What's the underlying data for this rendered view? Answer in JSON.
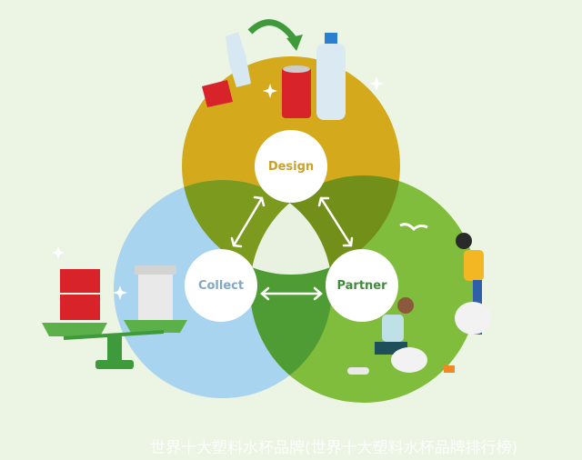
{
  "diagram": {
    "nodes": [
      {
        "id": "design",
        "label": "Design",
        "color": "#d4aa1c",
        "text_color": "#c9a22a"
      },
      {
        "id": "collect",
        "label": "Collect",
        "color": "#a8d4ef",
        "text_color": "#7fa9c4"
      },
      {
        "id": "partner",
        "label": "Partner",
        "color": "#80bd3c",
        "text_color": "#3e8c3a"
      }
    ],
    "edges": [
      {
        "from": "design",
        "to": "collect",
        "type": "bidirectional"
      },
      {
        "from": "design",
        "to": "partner",
        "type": "bidirectional"
      },
      {
        "from": "collect",
        "to": "partner",
        "type": "bidirectional"
      }
    ],
    "overlap_colors": {
      "design_collect": "#7b9a1e",
      "design_partner": "#728f19",
      "collect_partner": "#4f9c35"
    },
    "background": "#ecf4e3"
  },
  "watermark": "世界十大塑料水杯品牌(世界十大塑料水杯品牌排行榜)"
}
